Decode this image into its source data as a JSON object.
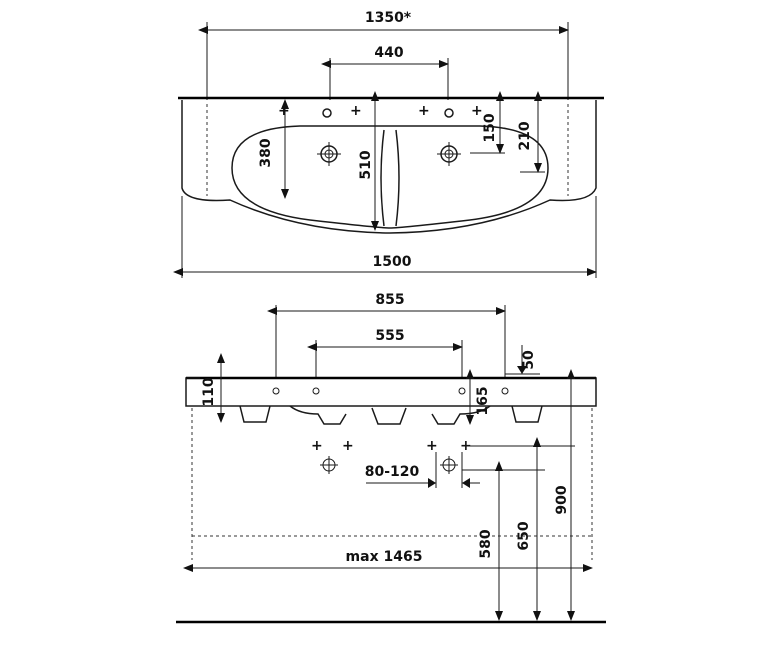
{
  "top_view": {
    "dim_overall_width": "1350*",
    "dim_tap_spacing": "440",
    "dim_bowl_depth": "380",
    "dim_total_depth": "510",
    "dim_tap_offset": "150",
    "dim_waste_offset": "210",
    "dim_full_width": "1500"
  },
  "front_view": {
    "dim_outer_holes": "855",
    "dim_inner_holes": "555",
    "dim_rim_offset": "50",
    "dim_rim_height": "110",
    "dim_bowl_height": "165",
    "dim_drain_spacing": "80-120",
    "dim_max_width": "max 1465",
    "dim_height_580": "580",
    "dim_height_650": "650",
    "dim_height_900": "900"
  }
}
